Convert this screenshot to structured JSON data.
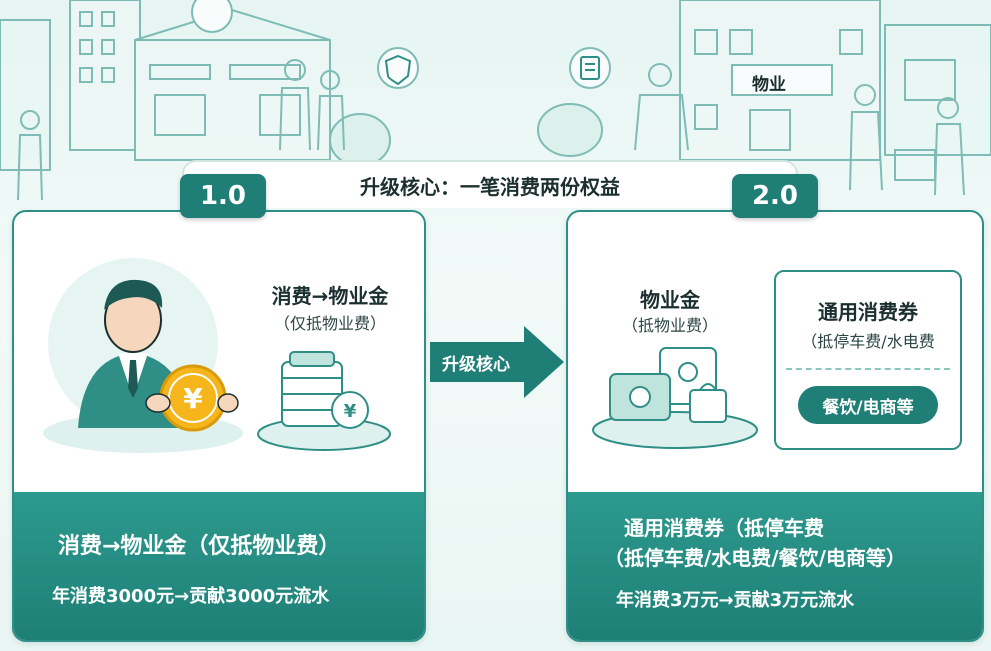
{
  "banner": {
    "title": "升级核心：一笔消费两份权益"
  },
  "left": {
    "version": "1.0",
    "card_title": "消费→物业金",
    "card_sub": "（仅抵物业费）",
    "footer_line1": "消费→物业金（仅抵物业费）",
    "footer_line2": "年消费3000元→贡献3000元流水"
  },
  "arrow": {
    "label": "升级核心"
  },
  "right": {
    "version": "2.0",
    "property_title": "物业金",
    "property_sub": "（抵物业费）",
    "coupon_title": "通用消费券",
    "coupon_sub": "（抵停车费/水电费",
    "coupon_pill": "餐饮/电商等",
    "footer_line1": "通用消费券（抵停车费",
    "footer_line2": "（抵停车费/水电费/餐饮/电商等）",
    "footer_line3": "年消费3万元→贡献3万元流水"
  },
  "scene": {
    "building_sign": "物业"
  },
  "icons": {
    "person": "businessman-icon",
    "coin": "yuan-coin-icon",
    "stack": "coin-stack-icon",
    "wallet": "wallet-icon",
    "bag": "shopping-bag-icon",
    "shield": "shield-icon",
    "clipboard": "clipboard-icon"
  },
  "colors": {
    "primary": "#1f7f77",
    "accent": "#f5b51b",
    "light": "#dff1ee"
  }
}
